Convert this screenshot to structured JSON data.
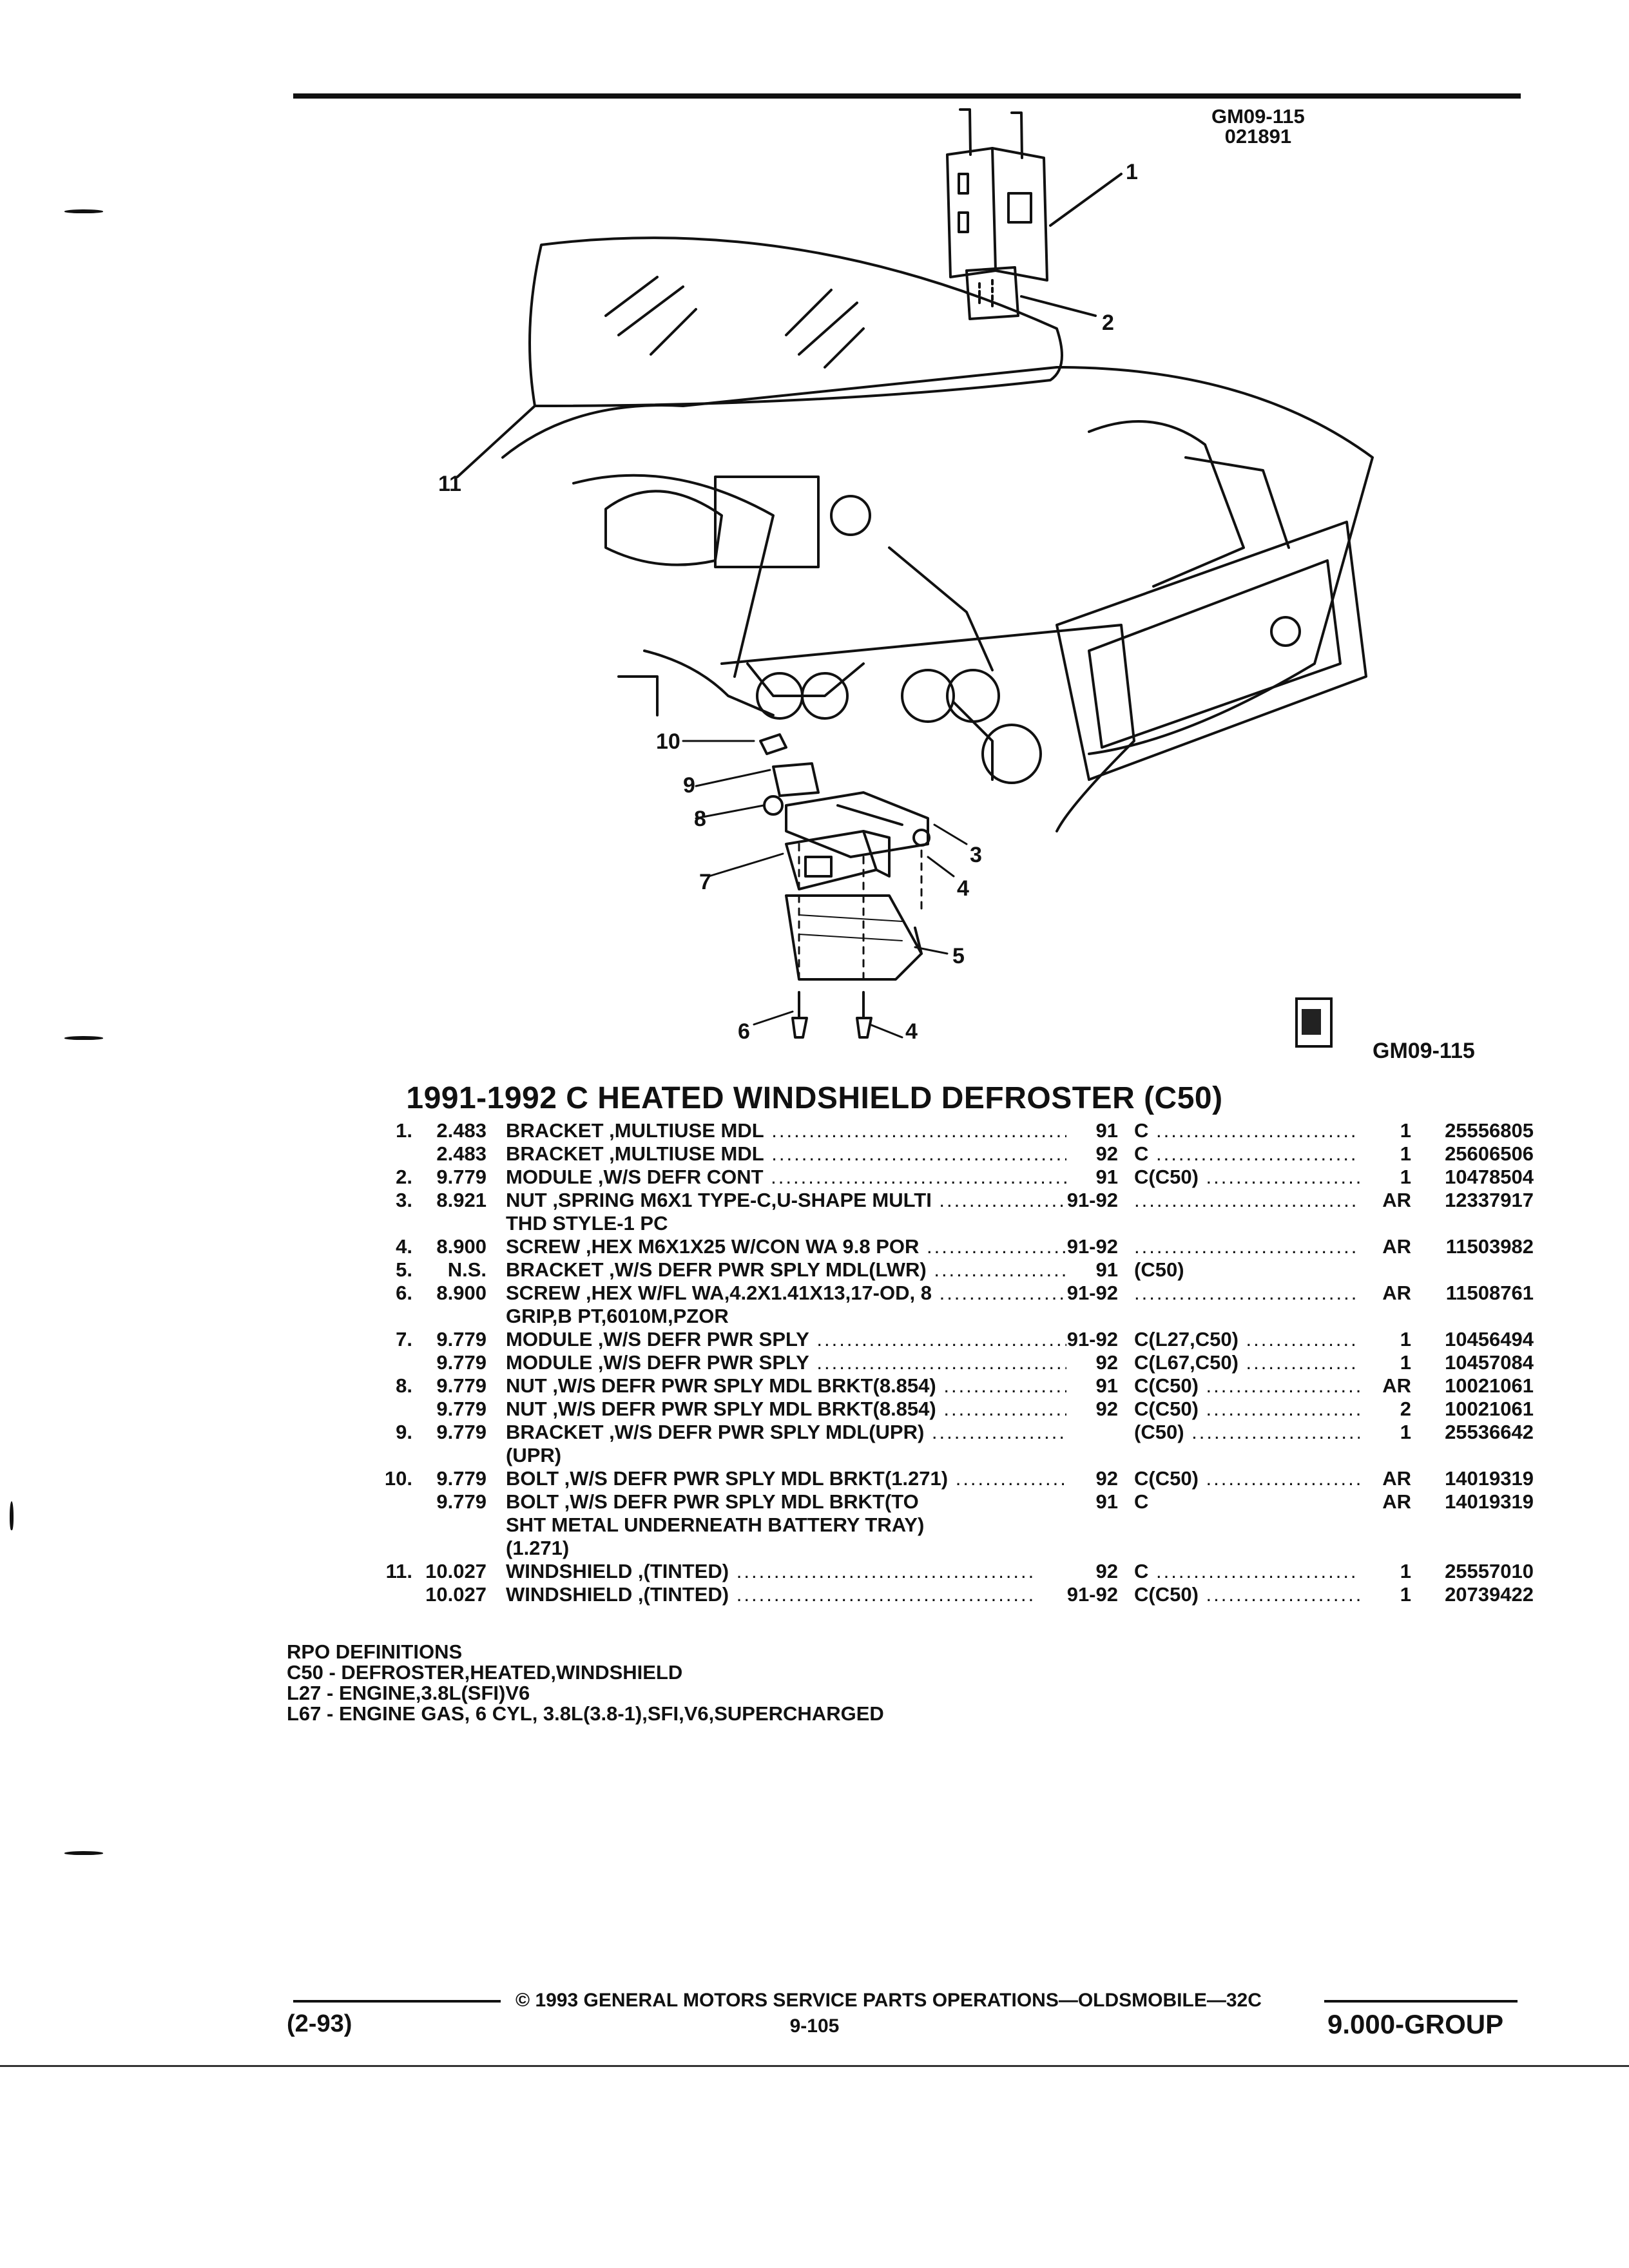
{
  "diagram": {
    "code_line1": "GM09-115",
    "code_line2": "021891",
    "ref": "GM09-115",
    "callouts": [
      "1",
      "2",
      "3",
      "4",
      "5",
      "6",
      "4",
      "7",
      "8",
      "9",
      "10",
      "11"
    ]
  },
  "title": "1991-1992 C HEATED WINDSHIELD DEFROSTER (C50)",
  "parts": [
    {
      "item": "1.",
      "group": "2.483",
      "desc": "BRACKET ,MULTIUSE MDL",
      "year": "91",
      "usage": "C",
      "qty": "1",
      "pn": "25556805"
    },
    {
      "item": "",
      "group": "2.483",
      "desc": "BRACKET ,MULTIUSE MDL",
      "year": "92",
      "usage": "C",
      "qty": "1",
      "pn": "25606506"
    },
    {
      "item": "2.",
      "group": "9.779",
      "desc": "MODULE ,W/S DEFR CONT",
      "year": "91",
      "usage": "C(C50)",
      "qty": "1",
      "pn": "10478504"
    },
    {
      "item": "3.",
      "group": "8.921",
      "desc": "NUT ,SPRING M6X1 TYPE-C,U-SHAPE MULTI",
      "year": "91-92",
      "usage": "",
      "qty": "AR",
      "pn": "12337917"
    },
    {
      "item": "",
      "group": "",
      "desc": "THD STYLE-1 PC",
      "year": "",
      "usage": "",
      "qty": "",
      "pn": "",
      "nodots": true
    },
    {
      "item": "4.",
      "group": "8.900",
      "desc": "SCREW ,HEX M6X1X25 W/CON WA 9.8 POR",
      "year": "91-92",
      "usage": "",
      "qty": "AR",
      "pn": "11503982"
    },
    {
      "item": "5.",
      "group": "N.S.",
      "desc": "BRACKET ,W/S DEFR PWR SPLY MDL(LWR)",
      "year": "91",
      "usage": "(C50)",
      "qty": "",
      "pn": ""
    },
    {
      "item": "6.",
      "group": "8.900",
      "desc": "SCREW ,HEX W/FL WA,4.2X1.41X13,17-OD, 8",
      "year": "91-92",
      "usage": "",
      "qty": "AR",
      "pn": "11508761"
    },
    {
      "item": "",
      "group": "",
      "desc": "GRIP,B PT,6010M,PZOR",
      "year": "",
      "usage": "",
      "qty": "",
      "pn": "",
      "nodots": true
    },
    {
      "item": "7.",
      "group": "9.779",
      "desc": "MODULE ,W/S DEFR PWR SPLY",
      "year": "91-92",
      "usage": "C(L27,C50)",
      "qty": "1",
      "pn": "10456494"
    },
    {
      "item": "",
      "group": "9.779",
      "desc": "MODULE ,W/S DEFR PWR SPLY",
      "year": "92",
      "usage": "C(L67,C50)",
      "qty": "1",
      "pn": "10457084"
    },
    {
      "item": "8.",
      "group": "9.779",
      "desc": "NUT ,W/S DEFR PWR SPLY MDL BRKT(8.854)",
      "year": "91",
      "usage": "C(C50)",
      "qty": "AR",
      "pn": "10021061"
    },
    {
      "item": "",
      "group": "9.779",
      "desc": "NUT ,W/S DEFR PWR SPLY MDL BRKT(8.854)",
      "year": "92",
      "usage": "C(C50)",
      "qty": "2",
      "pn": "10021061"
    },
    {
      "item": "9.",
      "group": "9.779",
      "desc": "BRACKET ,W/S DEFR PWR SPLY MDL(UPR)",
      "year": "",
      "usage": "(C50)",
      "qty": "1",
      "pn": "25536642"
    },
    {
      "item": "",
      "group": "",
      "desc": "(UPR)",
      "year": "",
      "usage": "",
      "qty": "",
      "pn": "",
      "nodots": true
    },
    {
      "item": "10.",
      "group": "9.779",
      "desc": "BOLT ,W/S DEFR PWR SPLY MDL BRKT(1.271)",
      "year": "92",
      "usage": "C(C50)",
      "qty": "AR",
      "pn": "14019319"
    },
    {
      "item": "",
      "group": "9.779",
      "desc": "BOLT ,W/S DEFR PWR SPLY MDL BRKT(TO",
      "year": "91",
      "usage": "C",
      "qty": "AR",
      "pn": "14019319",
      "nodots": true
    },
    {
      "item": "",
      "group": "",
      "desc": "SHT METAL UNDERNEATH BATTERY TRAY)",
      "year": "",
      "usage": "",
      "qty": "",
      "pn": "",
      "nodots": true
    },
    {
      "item": "",
      "group": "",
      "desc": "(1.271)",
      "year": "",
      "usage": "",
      "qty": "",
      "pn": "",
      "nodots": true
    },
    {
      "item": "11.",
      "group": "10.027",
      "desc": "WINDSHIELD ,(TINTED)",
      "year": "92",
      "usage": "C",
      "qty": "1",
      "pn": "25557010"
    },
    {
      "item": "",
      "group": "10.027",
      "desc": "WINDSHIELD ,(TINTED)",
      "year": "91-92",
      "usage": "C(C50)",
      "qty": "1",
      "pn": "20739422"
    }
  ],
  "rpo": {
    "heading": "RPO DEFINITIONS",
    "lines": [
      "C50 - DEFROSTER,HEATED,WINDSHIELD",
      "L27 - ENGINE,3.8L(SFI)V6",
      "L67 - ENGINE GAS, 6 CYL, 3.8L(3.8-1),SFI,V6,SUPERCHARGED"
    ]
  },
  "footer": {
    "copyright": "© 1993 GENERAL MOTORS SERVICE PARTS OPERATIONS—OLDSMOBILE—32C",
    "date": "(2-93)",
    "page": "9-105",
    "group": "9.000-GROUP"
  }
}
